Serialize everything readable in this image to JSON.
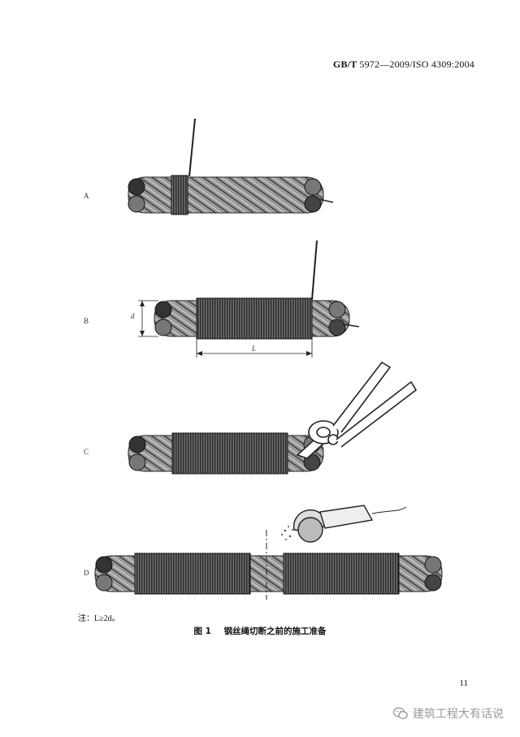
{
  "header": {
    "standard_prefix": "GB/T",
    "standard_number": "5972—2009/ISO 4309:2004"
  },
  "figure": {
    "steps": [
      "A",
      "B",
      "C",
      "D"
    ],
    "dim_diameter": "d",
    "dim_length": "L"
  },
  "note": "注：L≥2d。",
  "caption": {
    "number": "图 1",
    "title": "钢丝绳切断之前的施工准备"
  },
  "page_number": "11",
  "watermark": {
    "icon": "wechat-icon",
    "text": "建筑工程大有话说"
  }
}
